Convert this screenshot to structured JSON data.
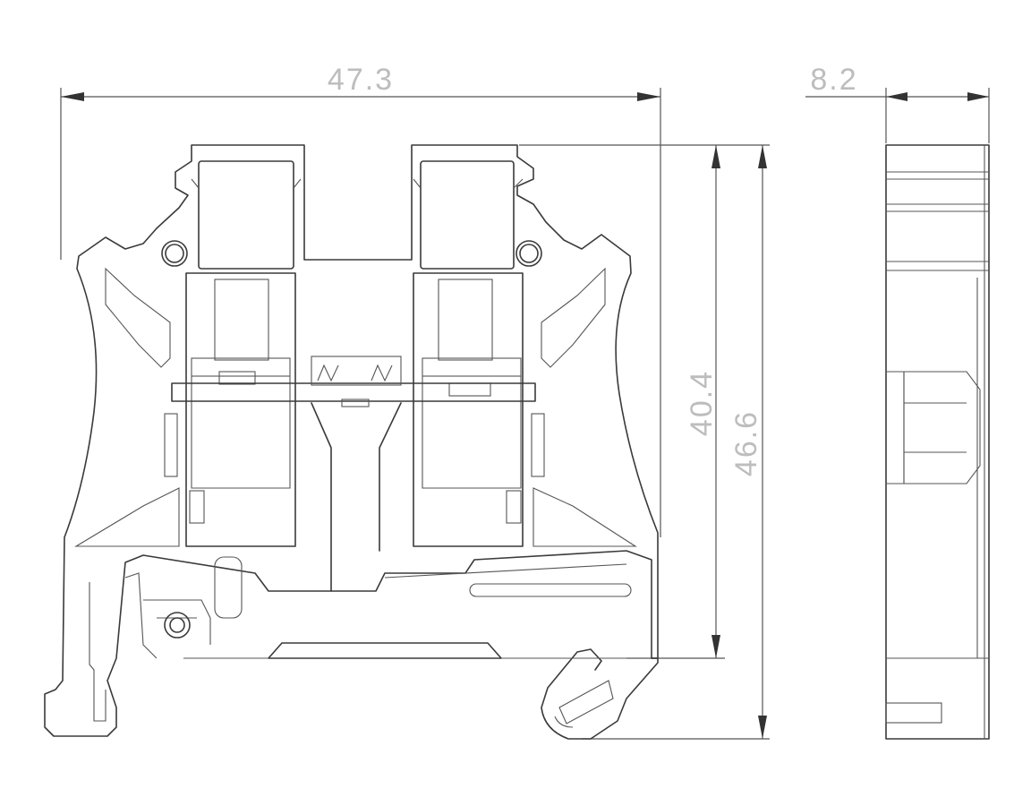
{
  "drawing": {
    "dimensions": {
      "overall_width": "47.3",
      "side_thickness": "8.2",
      "height_to_rail": "40.4",
      "total_height": "46.6"
    },
    "colors": {
      "outline": "#3a3a3a",
      "dimension_text": "#bdbdbd",
      "background": "#ffffff"
    }
  }
}
